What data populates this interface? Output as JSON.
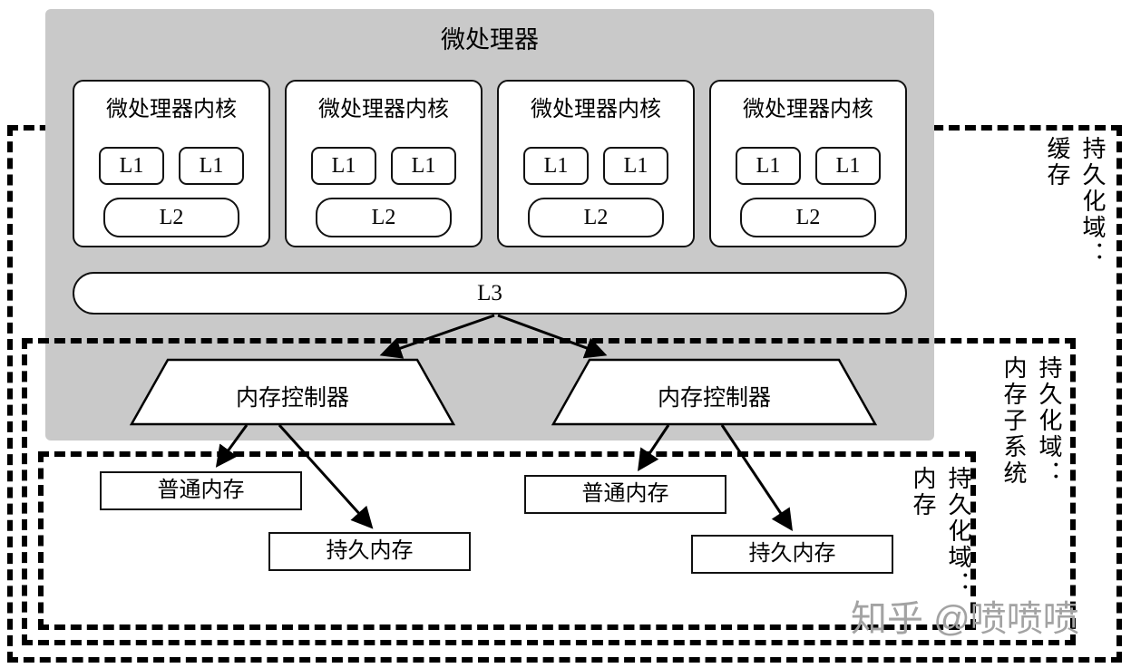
{
  "diagram": {
    "cpu": {
      "title": "微处理器",
      "core_label": "微处理器内核",
      "l1": "L1",
      "l2": "L2",
      "l3": "L3"
    },
    "memory_controller_label": "内存控制器",
    "normal_memory_label": "普通内存",
    "persistent_memory_label": "持久内存",
    "domains": {
      "prefix": "持久化域：",
      "cache": "缓存",
      "memory_subsystem": "内存子系统",
      "memory": "内存"
    },
    "watermark": "知乎 @喷喷喷",
    "colors": {
      "cpu_fill": "#c9c9c9",
      "box_fill": "#ffffff",
      "line": "#000000",
      "dashed_domain": "#000000",
      "watermark_gray": "#a3a3a3"
    }
  }
}
